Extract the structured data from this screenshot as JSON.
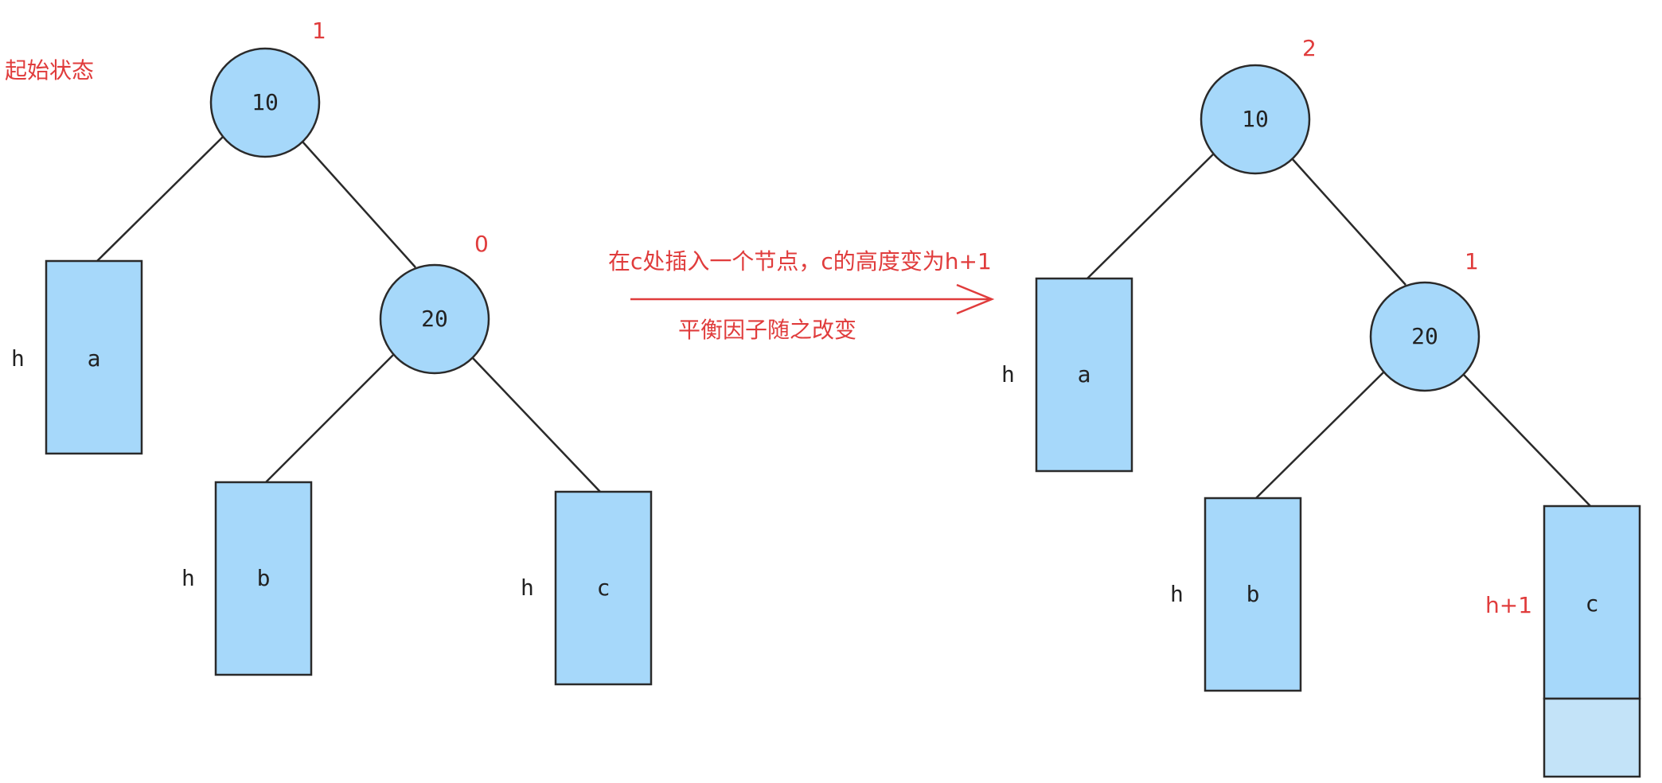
{
  "colors": {
    "node_fill": "#a6d8fa",
    "node_stroke": "#2a2a2a",
    "added_fill": "#c3e3f8",
    "annotation": "#e03c3c",
    "text": "#222222"
  },
  "left_tree": {
    "state_label": "起始状态",
    "root": {
      "value": "10",
      "balance": "1"
    },
    "child": {
      "value": "20",
      "balance": "0"
    },
    "subtrees": [
      {
        "name": "a",
        "height": "h"
      },
      {
        "name": "b",
        "height": "h"
      },
      {
        "name": "c",
        "height": "h"
      }
    ]
  },
  "transition": {
    "line1": "在c处插入一个节点，c的高度变为h+1",
    "line2": "平衡因子随之改变"
  },
  "right_tree": {
    "root": {
      "value": "10",
      "balance": "2"
    },
    "child": {
      "value": "20",
      "balance": "1"
    },
    "subtrees": [
      {
        "name": "a",
        "height": "h"
      },
      {
        "name": "b",
        "height": "h"
      },
      {
        "name": "c",
        "height": "h+1"
      }
    ]
  }
}
